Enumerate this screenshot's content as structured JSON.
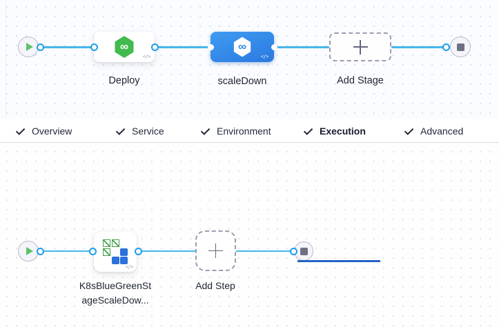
{
  "stage_builder": {
    "stages": [
      {
        "label": "Deploy",
        "selected": false
      },
      {
        "label": "scaleDown",
        "selected": true
      }
    ],
    "add_stage_label": "Add Stage"
  },
  "tab_bar": {
    "tabs": [
      {
        "label": "Overview",
        "checked": true
      },
      {
        "label": "Service",
        "checked": true
      },
      {
        "label": "Environment",
        "checked": true
      },
      {
        "label": "Execution",
        "checked": true,
        "active": true
      },
      {
        "label": "Advanced",
        "checked": true
      }
    ],
    "active_tab": "Execution"
  },
  "execution_canvas": {
    "step": {
      "label": "K8sBlueGreenStageScaleDow...",
      "label_line1": "K8sBlueGreenSt",
      "label_line2": "ageScaleDow..."
    },
    "add_step_label": "Add Step"
  },
  "icons": {
    "start": "play-icon",
    "end": "stop-icon",
    "add": "plus-icon",
    "tab_check": "check-icon",
    "stage_type": "harness-cd-hexagon-icon",
    "step_type": "k8s-bluegreen-icon",
    "code_toggle": "code-icon"
  },
  "colors": {
    "selected_stage_blue": "#2f87e8",
    "connector_blue": "#45b5ea",
    "port_ring_blue": "#1b9de8",
    "harness_green": "#42bb4e",
    "active_tab_underline": "#2262c4",
    "k8s_green": "#3f9f44",
    "k8s_blue": "#2b72da"
  }
}
